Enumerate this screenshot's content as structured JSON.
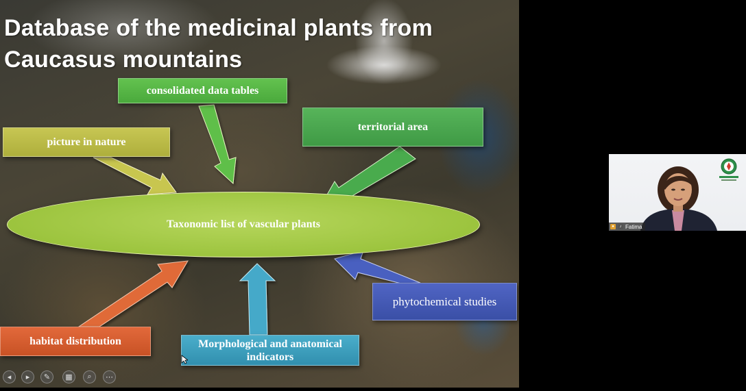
{
  "slide": {
    "title_line1": "Database of the medicinal plants from",
    "title_line2": "Caucasus mountains",
    "center_label": "Taxonomic list of vascular plants",
    "boxes": {
      "consolidated": "consolidated data tables",
      "territorial": "territorial area",
      "picture": "picture in nature",
      "phytochemical": "phytochemical studies",
      "habitat": "habitat distribution",
      "morphological": "Morphological and anatomical indicators"
    },
    "colors": {
      "consolidated": "#55b545",
      "territorial": "#4aa84f",
      "picture": "#bbbb47",
      "phytochemical": "#455ab5",
      "habitat": "#d65e30",
      "morphological": "#3d9fbd",
      "ellipse": "#a3c844"
    }
  },
  "toolbar": {
    "icons": [
      "previous-icon",
      "next-icon",
      "pen-icon",
      "slides-grid-icon",
      "zoom-icon",
      "more-icon"
    ],
    "glyphs": [
      "◂",
      "▸",
      "✎",
      "▦",
      "⌕",
      "⋯"
    ]
  },
  "webcam": {
    "participant_name": "Fatima"
  }
}
